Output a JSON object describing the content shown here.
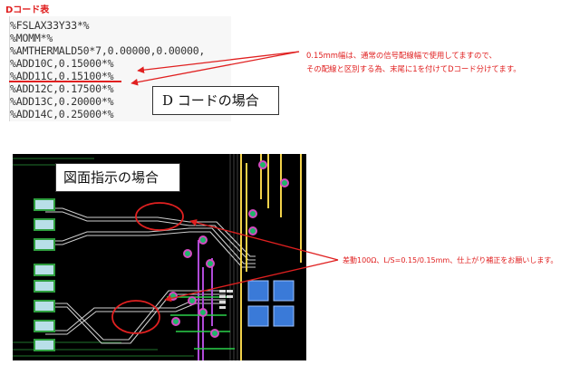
{
  "section_title": "Dコード表",
  "gerber_lines": [
    "%FSLAX33Y33*%",
    "%MOMM*%",
    "%AMTHERMALD50*7,0.00000,0.00000,",
    "%ADD10C,0.15000*%",
    "%ADD11C,0.15100*%",
    "%ADD12C,0.17500*%",
    "%ADD13C,0.20000*%",
    "%ADD14C,0.25000*%"
  ],
  "dcode_label": "D コードの場合",
  "note_dcode": [
    "0.15mm幅は、通常の信号配線幅で使用してますので、",
    "その配線と区別する為、末尾に1を付けてDコード分けてます。"
  ],
  "drawing_label": "図面指示の場合",
  "note_drawing": "差動100Ω、L/S=0.15/0.15mm、仕上がり補正をお願いします。",
  "colors": {
    "annotation": "#e02020",
    "pcb_background": "#000000",
    "trace": "#e8e8e8",
    "pad_fill": "#b8dfe8",
    "pad_border": "#2e9e3e"
  }
}
